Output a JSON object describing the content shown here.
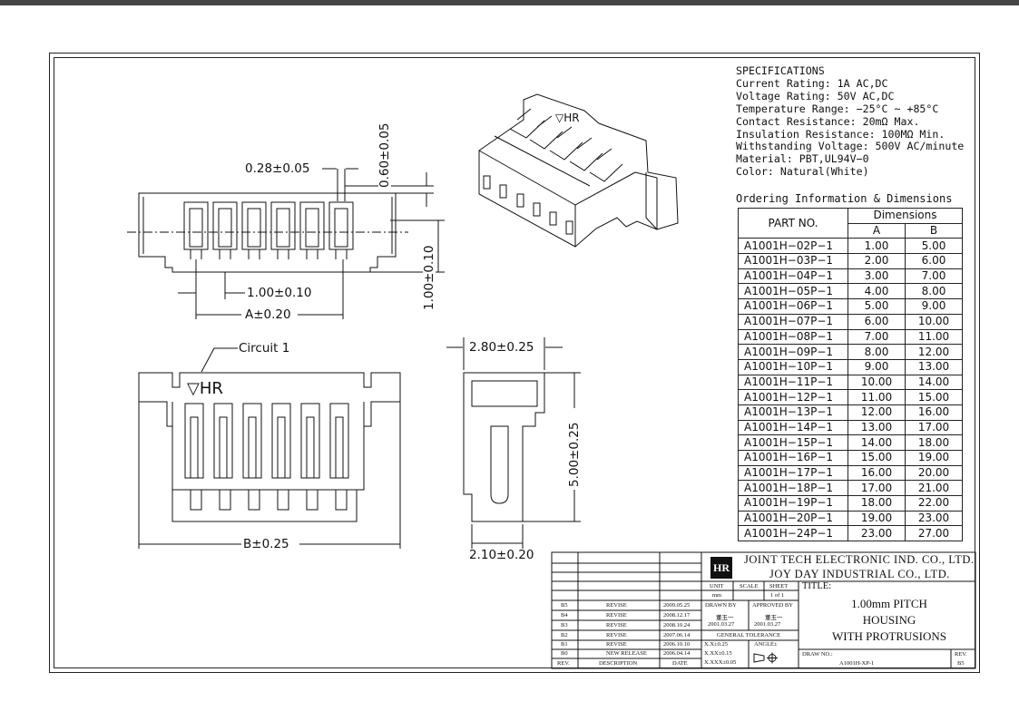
{
  "specifications": {
    "heading": "SPECIFICATIONS",
    "lines": [
      "Current Rating: 1A AC,DC",
      "Voltage Rating: 50V AC,DC",
      "Temperature Range: −25°C ~ +85°C",
      "Contact Resistance: 20mΩ Max.",
      "Insulation Resistance: 100MΩ Min.",
      "Withstanding Voltage: 500V AC/minute",
      "Material: PBT,UL94V−0",
      "Color: Natural(White)"
    ]
  },
  "ordering": {
    "title": "Ordering Information & Dimensions",
    "header_part": "PART NO.",
    "header_dims": "Dimensions",
    "header_a": "A",
    "header_b": "B",
    "rows": [
      [
        "A1001H−02P−1",
        "1.00",
        "5.00"
      ],
      [
        "A1001H−03P−1",
        "2.00",
        "6.00"
      ],
      [
        "A1001H−04P−1",
        "3.00",
        "7.00"
      ],
      [
        "A1001H−05P−1",
        "4.00",
        "8.00"
      ],
      [
        "A1001H−06P−1",
        "5.00",
        "9.00"
      ],
      [
        "A1001H−07P−1",
        "6.00",
        "10.00"
      ],
      [
        "A1001H−08P−1",
        "7.00",
        "11.00"
      ],
      [
        "A1001H−09P−1",
        "8.00",
        "12.00"
      ],
      [
        "A1001H−10P−1",
        "9.00",
        "13.00"
      ],
      [
        "A1001H−11P−1",
        "10.00",
        "14.00"
      ],
      [
        "A1001H−12P−1",
        "11.00",
        "15.00"
      ],
      [
        "A1001H−13P−1",
        "12.00",
        "16.00"
      ],
      [
        "A1001H−14P−1",
        "13.00",
        "17.00"
      ],
      [
        "A1001H−15P−1",
        "14.00",
        "18.00"
      ],
      [
        "A1001H−16P−1",
        "15.00",
        "19.00"
      ],
      [
        "A1001H−17P−1",
        "16.00",
        "20.00"
      ],
      [
        "A1001H−18P−1",
        "17.00",
        "21.00"
      ],
      [
        "A1001H−19P−1",
        "18.00",
        "22.00"
      ],
      [
        "A1001H−20P−1",
        "19.00",
        "23.00"
      ],
      [
        "A1001H−24P−1",
        "23.00",
        "27.00"
      ]
    ]
  },
  "dimensions": {
    "pin_width": "0.28±0.05",
    "pin_depth": "0.60±0.05",
    "pitch": "1.00±0.10",
    "dim_a": "A±0.20",
    "height_side": "1.00±0.10",
    "circuit": "Circuit 1",
    "marking": "▽HR",
    "side_top": "2.80±0.25",
    "side_height": "5.00±0.25",
    "side_bottom": "2.10±0.20",
    "dim_b": "B±0.25"
  },
  "title_block": {
    "company_en": "JOINT TECH ELECTRONIC IND. CO., LTD.",
    "company_en2": "JOY DAY INDUSTRIAL CO., LTD.",
    "logo": "HR",
    "unit_label": "UNIT",
    "unit_value": "mm",
    "scale_label": "SCALE",
    "sheet_label": "SHEET",
    "sheet_value": "1 of 1",
    "title_label": "TITLE:",
    "title_line1": "1.00mm PITCH",
    "title_line2": "HOUSING",
    "title_line3": "WITH PROTRUSIONS",
    "drawn_by_label": "DRAWN BY",
    "approved_by_label": "APPROVED BY",
    "drawn_by": "董玉一",
    "approved_by": "董玉一",
    "drawn_date": "2001.03.27",
    "approved_date": "2001.03.27",
    "general_tolerance": "GENERAL TOLERANCE",
    "tol1": "X.X±0.25",
    "tol2": "X.XX±0.15",
    "tol3": "X.XXX±0.05",
    "angle_label": "ANGLE±",
    "draw_no_label": "DRAW NO.:",
    "draw_no": "A1001H-XP-1",
    "rev_label": "REV.",
    "rev_value": "B5",
    "rev_col": "REV.",
    "desc_col": "DESCRIPTION",
    "date_col": "DATE",
    "revisions": [
      [
        "B5",
        "REVISE",
        "2009.05.25"
      ],
      [
        "B4",
        "REVISE",
        "2008.12.17"
      ],
      [
        "B3",
        "REVISE",
        "2008.10.24"
      ],
      [
        "B2",
        "REVISE",
        "2007.06.14"
      ],
      [
        "B1",
        "REVISE",
        "2006.10.10"
      ],
      [
        "B0",
        "NEW RELEASE",
        "2006.04.14"
      ]
    ]
  }
}
